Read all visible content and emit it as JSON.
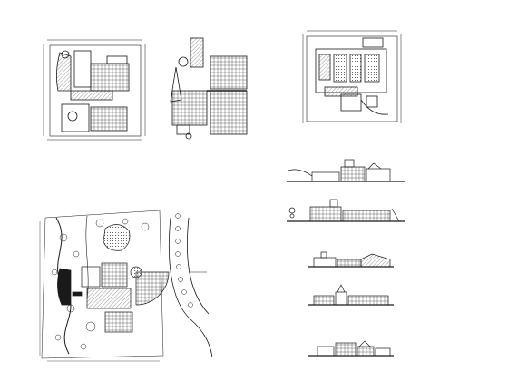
{
  "sheet": {
    "background": "#ffffff",
    "line_color": "#1a1a1a",
    "hatch_color": "#555555"
  },
  "drawings": [
    {
      "id": "plan-a",
      "caption": "",
      "kind": "floor plan"
    },
    {
      "id": "plan-b",
      "caption": "",
      "kind": "floor plan"
    },
    {
      "id": "plan-c",
      "caption": "",
      "kind": "floor plan"
    },
    {
      "id": "site-plan",
      "caption": "",
      "kind": "site plan"
    },
    {
      "id": "elevation-1",
      "caption": "",
      "kind": "elevation"
    },
    {
      "id": "elevation-2",
      "caption": "",
      "kind": "elevation"
    },
    {
      "id": "elevation-3",
      "caption": "",
      "kind": "elevation"
    },
    {
      "id": "elevation-4",
      "caption": "",
      "kind": "elevation"
    },
    {
      "id": "elevation-5",
      "caption": "",
      "kind": "elevation"
    }
  ]
}
